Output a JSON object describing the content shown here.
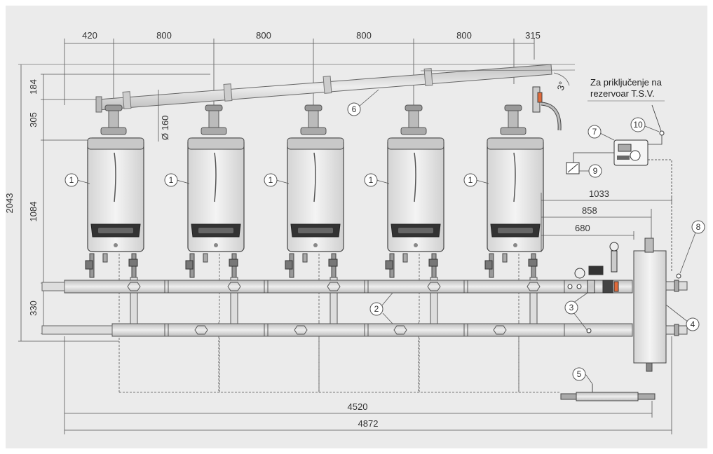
{
  "top_dimensions": [
    "420",
    "800",
    "800",
    "800",
    "800",
    "315"
  ],
  "left_dimensions": {
    "total": "2043",
    "d184": "184",
    "d305": "305",
    "d1084": "1084",
    "d330": "330"
  },
  "flue_diameter": "Ø 160",
  "flue_slope": "3°",
  "right_dimensions": [
    "1033",
    "858",
    "680"
  ],
  "bottom_dimensions": [
    "4520",
    "4872"
  ],
  "note": {
    "line1": "Za priključenje na",
    "line2": "rezervoar T.S.V."
  },
  "callouts": {
    "boiler": "1",
    "manifold": "2",
    "safety_group": "3",
    "separator": "4",
    "filter": "5",
    "flue": "6",
    "controller": "7",
    "sensor_outdoor": "9",
    "sensor_dhw": "10",
    "sensor_system": "8"
  }
}
